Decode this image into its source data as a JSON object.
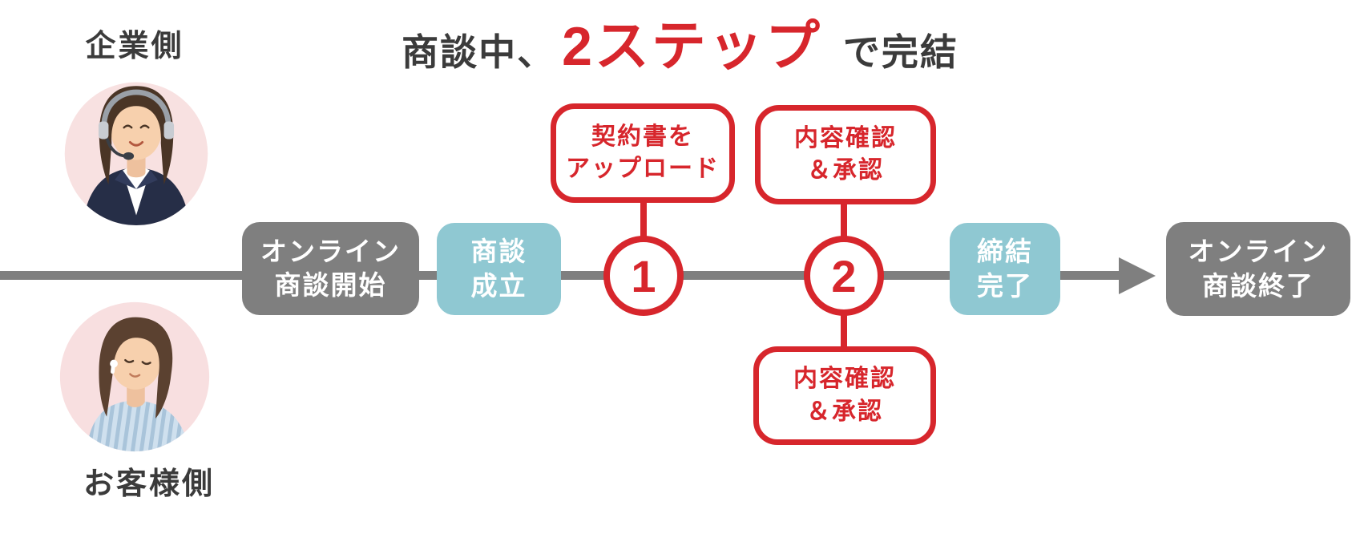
{
  "title": {
    "prefix": "商談中、",
    "highlight": "2ステップ",
    "suffix": "で完結"
  },
  "actors": {
    "company_label": "企業側",
    "customer_label": "お客様側"
  },
  "flow": {
    "start_box": {
      "line1": "オンライン",
      "line2": "商談開始"
    },
    "deal_box": {
      "line1": "商談",
      "line2": "成立"
    },
    "step1": {
      "number": "1",
      "callout": {
        "line1": "契約書を",
        "line2": "アップロード"
      }
    },
    "step2": {
      "number": "2",
      "callout_top": {
        "line1": "内容確認",
        "line2": "＆承認"
      },
      "callout_bottom": {
        "line1": "内容確認",
        "line2": "＆承認"
      }
    },
    "conclude_box": {
      "line1": "締結",
      "line2": "完了"
    },
    "end_box": {
      "line1": "オンライン",
      "line2": "商談終了"
    }
  },
  "colors": {
    "accent_red": "#d7262c",
    "stage_gray": "#7f7f7f",
    "stage_teal": "#8fc8d2",
    "text_dark": "#3b3b3b",
    "avatar_bg_pink": "#f8e1e1"
  }
}
